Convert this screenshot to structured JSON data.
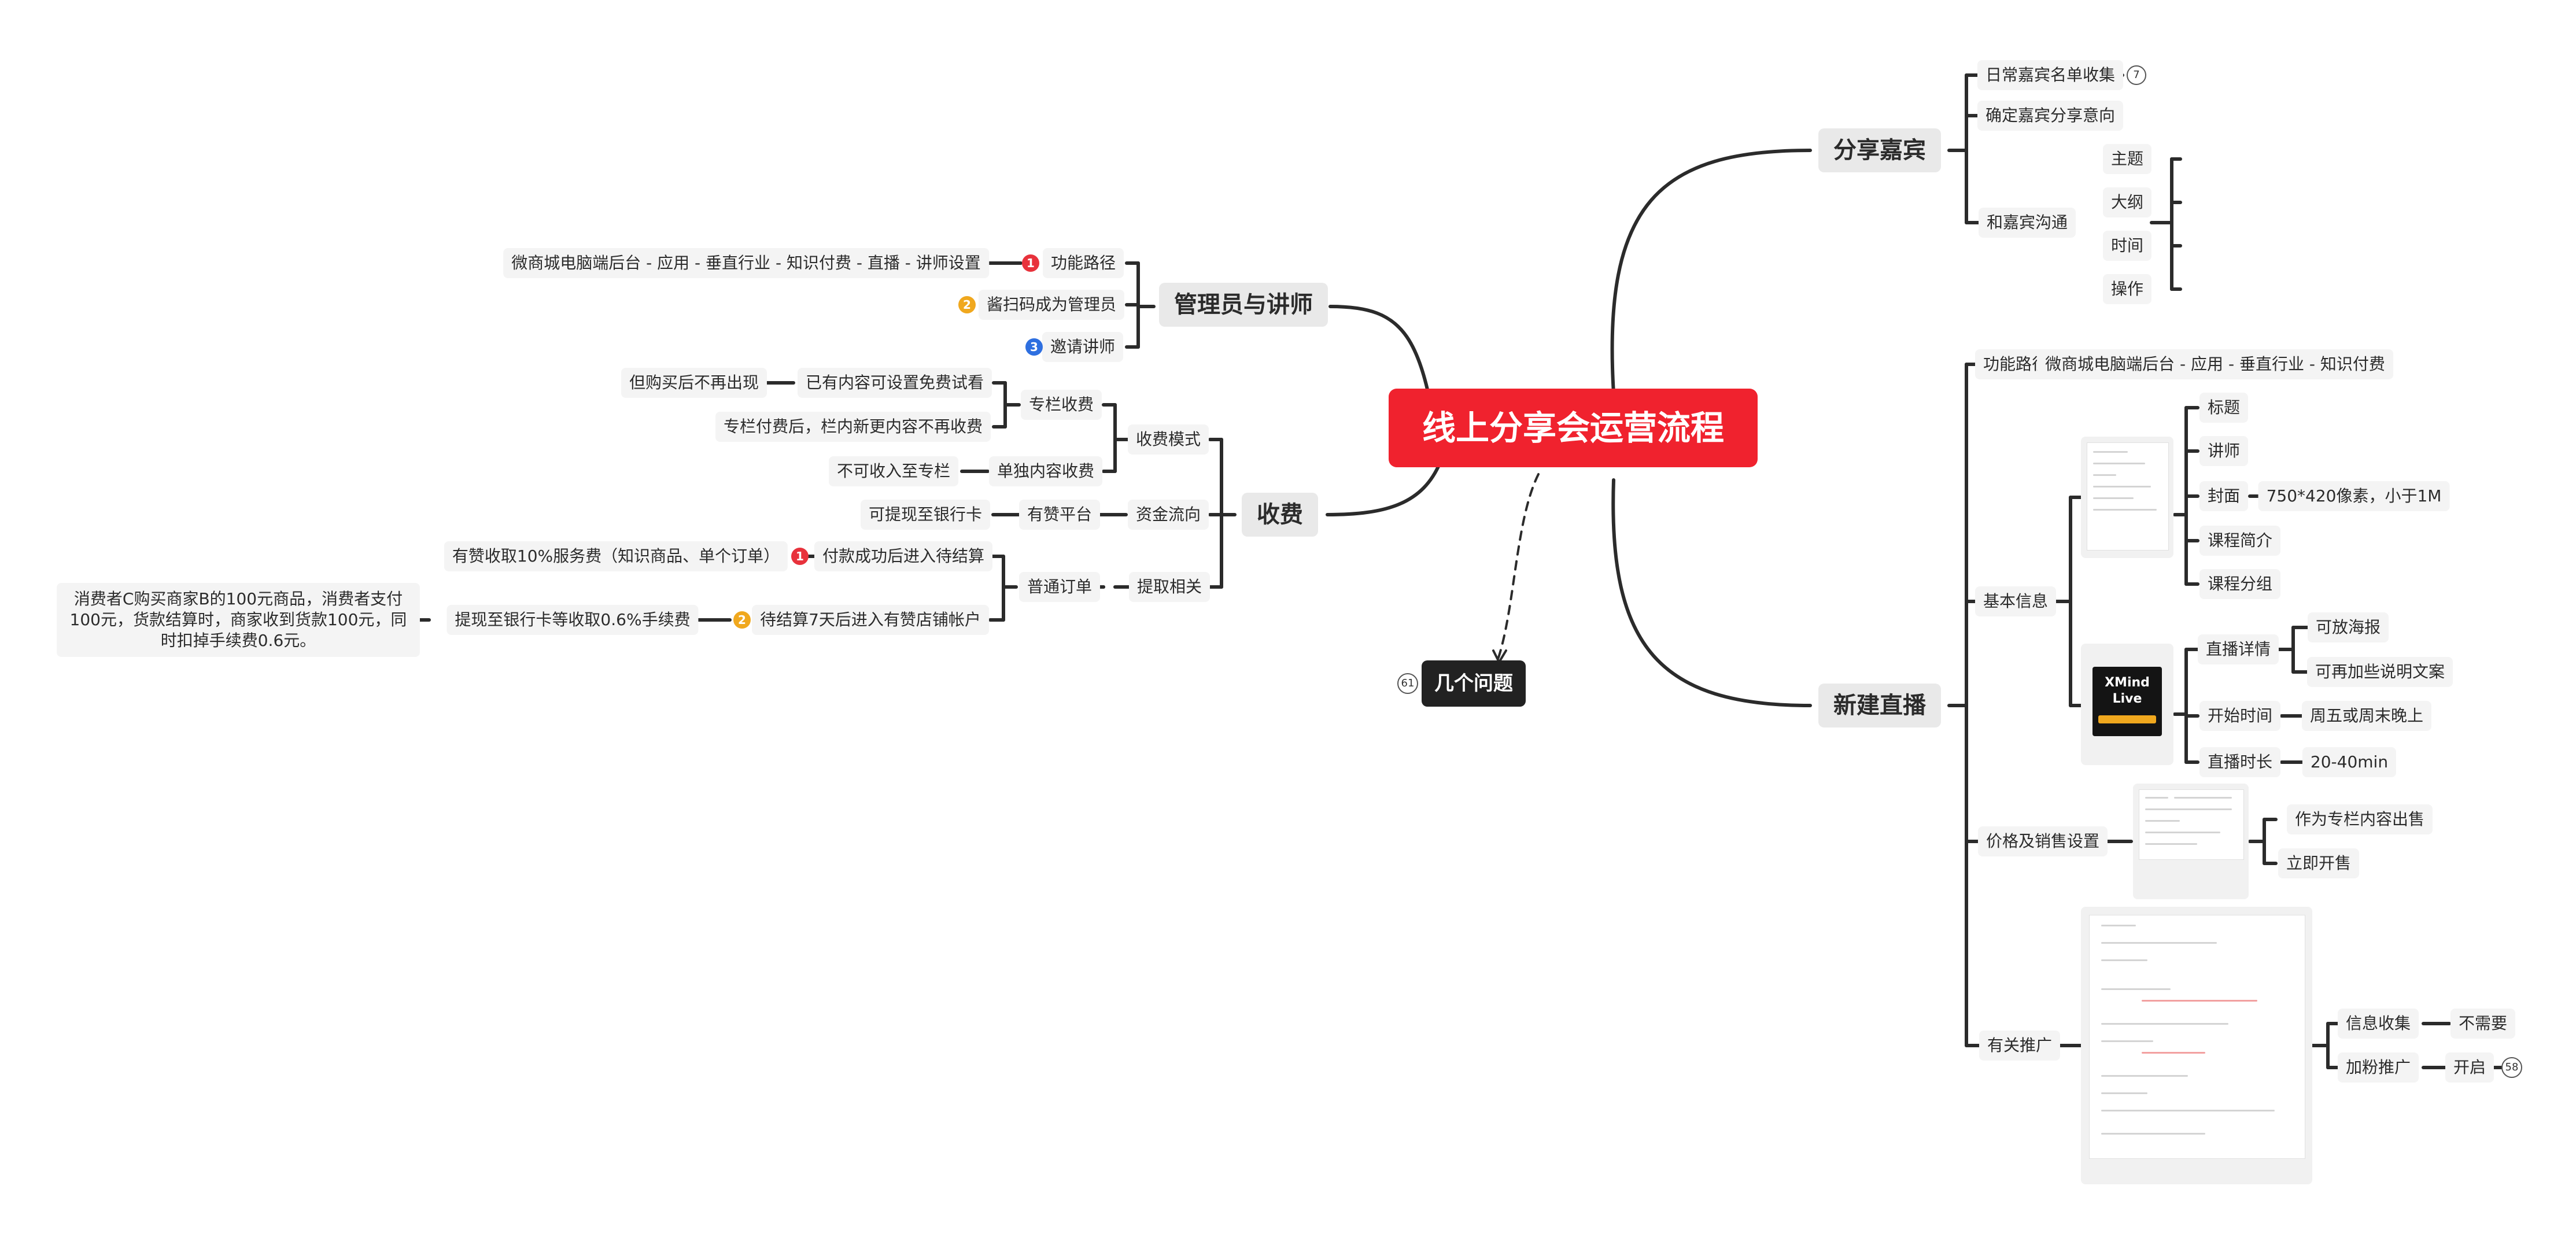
{
  "root": "线上分享会运营流程",
  "questions": {
    "label": "几个问题",
    "count": "61"
  },
  "share_guest": {
    "label": "分享嘉宾",
    "collect": "日常嘉宾名单收集",
    "collect_count": "7",
    "confirm": "确定嘉宾分享意向",
    "communicate": "和嘉宾沟通",
    "comm_items": [
      "主题",
      "大纲",
      "时间",
      "操作"
    ]
  },
  "new_live": {
    "label": "新建直播",
    "path_label": "功能路径",
    "path_value": "微商城电脑端后台 - 应用 - 垂直行业 - 知识付费",
    "basic": "基本信息",
    "basic_items": [
      "标题",
      "讲师",
      "封面",
      "课程简介",
      "课程分组"
    ],
    "cover_spec": "750*420像素，小于1M",
    "live_detail": "直播详情",
    "detail_items": [
      "可放海报",
      "可再加些说明文案"
    ],
    "start_time": "开始时间",
    "start_value": "周五或周末晚上",
    "duration": "直播时长",
    "duration_value": "20-40min",
    "price": "价格及销售设置",
    "price_items": [
      "作为专栏内容出售",
      "立即开售"
    ],
    "promo": "有关推广",
    "info_collect": "信息收集",
    "info_value": "不需要",
    "fans": "加粉推广",
    "fans_value": "开启",
    "fans_count": "58",
    "poster_text": [
      "XMind",
      "Live"
    ]
  },
  "admin": {
    "label": "管理员与讲师",
    "path_label": "功能路径",
    "path_value": "微商城电脑端后台 - 应用 - 垂直行业 - 知识付费 - 直播 - 讲师设置",
    "scan": "酱扫码成为管理员",
    "invite": "邀请讲师",
    "badges": [
      "1",
      "2",
      "3"
    ]
  },
  "fee": {
    "label": "收费",
    "mode": "收费模式",
    "column_fee": "专栏收费",
    "trial": "已有内容可设置免费试看",
    "trial_note": "但购买后不再出现",
    "column_note": "专栏付费后，栏内新更内容不再收费",
    "single_fee": "单独内容收费",
    "single_note": "不可收入至专栏",
    "flow": "资金流向",
    "platform": "有赞平台",
    "platform_note": "可提现至银行卡",
    "withdraw": "提取相关",
    "order": "普通订单",
    "settle1": "付款成功后进入待结算",
    "settle1_note": "有赞收取10%服务费（知识商品、单个订单）",
    "settle2": "待结算7天后进入有赞店铺帐户",
    "settle2_note": "提现至银行卡等收取0.6%手续费",
    "example": "消费者C购买商家B的100元商品，消费者支付100元，货款结算时，商家收到货款100元，同时扣掉手续费0.6元。",
    "badges": [
      "1",
      "2"
    ]
  }
}
